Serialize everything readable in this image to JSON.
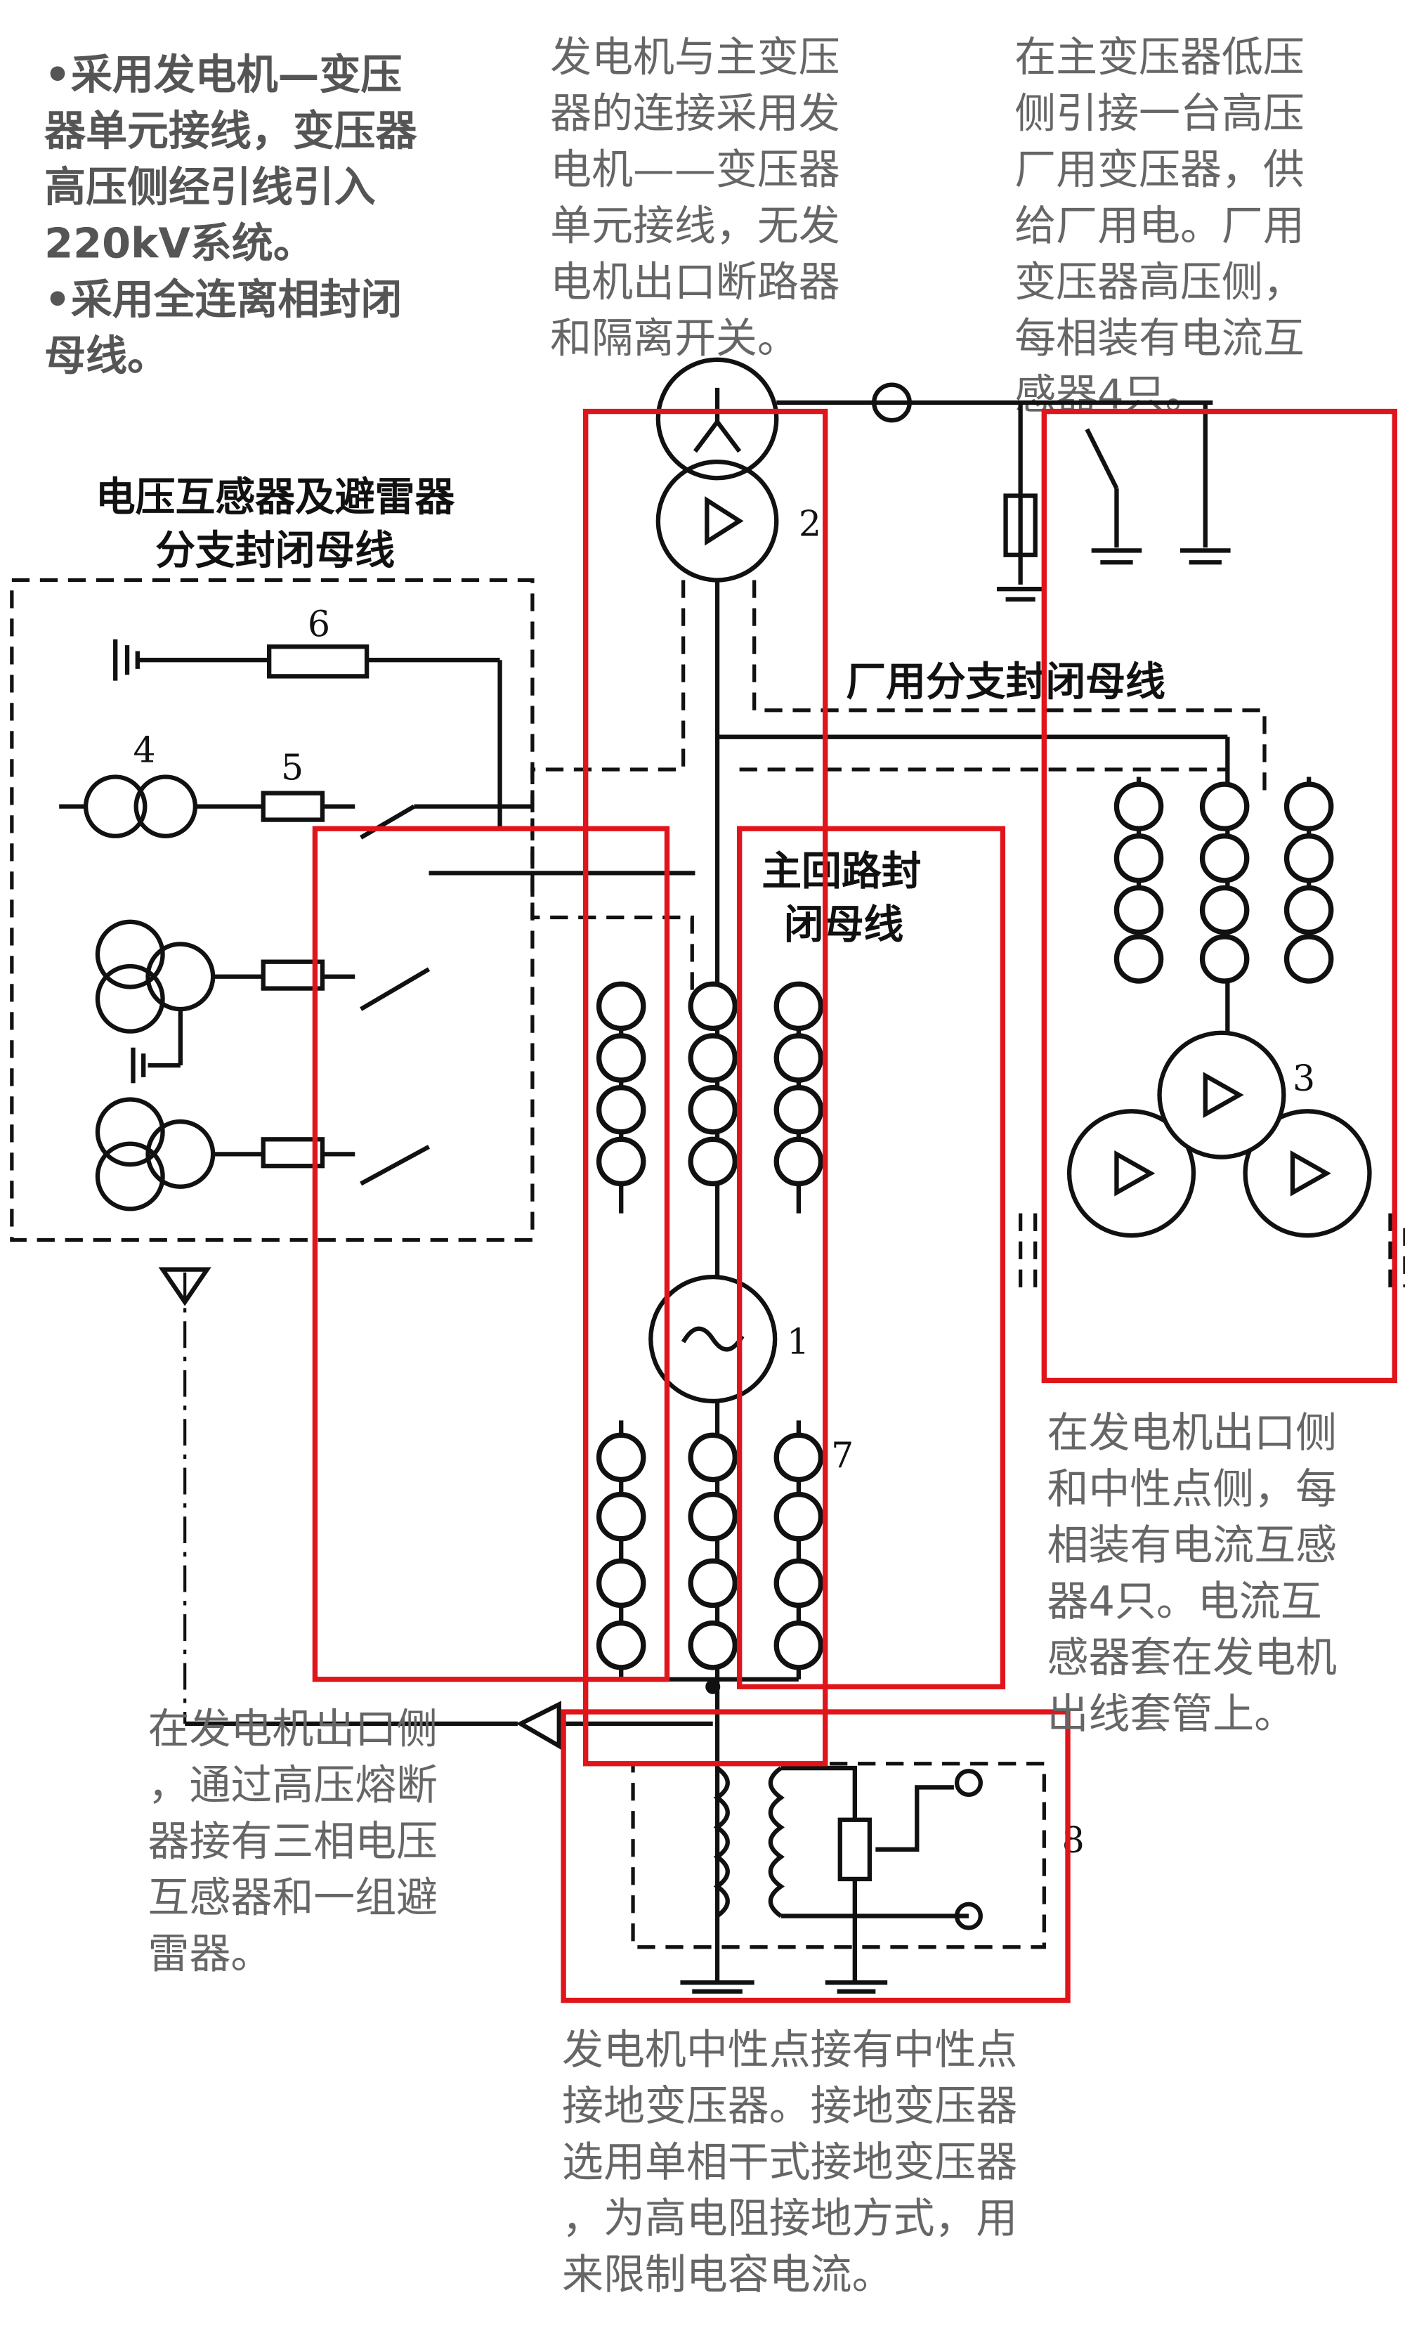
{
  "notes": {
    "top_left": [
      "•采用发电机—变压",
      "器单元接线，变压器",
      "高压侧经引线引入",
      "220kV系统。",
      "•采用全连离相封闭",
      "母线。"
    ],
    "top_middle": [
      "发电机与主变压",
      "器的连接采用发",
      "电机——变压器",
      "单元接线，无发",
      "电机出口断路器",
      "和隔离开关。"
    ],
    "top_right": [
      "在主变压器低压",
      "侧引接一台高压",
      "厂用变压器，供",
      "给厂用电。厂用",
      "变压器高压侧，",
      "每相装有电流互",
      "感器4只。"
    ],
    "middle_right": [
      "在发电机出口侧",
      "和中性点侧，每",
      "相装有电流互感",
      "器4只。电流互",
      "感器套在发电机",
      "出线套管上。"
    ],
    "bottom_left": [
      "在发电机出口侧",
      "，通过高压熔断",
      "器接有三相电压",
      "互感器和一组避",
      "雷器。"
    ],
    "bottom": [
      "发电机中性点接有中性点",
      "接地变压器。接地变压器",
      "选用单相干式接地变压器",
      "，为高电阻接地方式，用",
      "来限制电容电流。"
    ]
  },
  "diagram_labels": {
    "pt_branch_bus": [
      "电压互感器及避雷器",
      "分支封闭母线"
    ],
    "aux_branch_bus": "厂用分支封闭母线",
    "main_bus": [
      "主回路封",
      "闭母线"
    ],
    "n1": "1",
    "n2": "2",
    "n3": "3",
    "n4": "4",
    "n5": "5",
    "n6": "6",
    "n7": "7",
    "n8": "8"
  },
  "colors": {
    "highlight": "#e0151b",
    "note_text": "#666666"
  }
}
